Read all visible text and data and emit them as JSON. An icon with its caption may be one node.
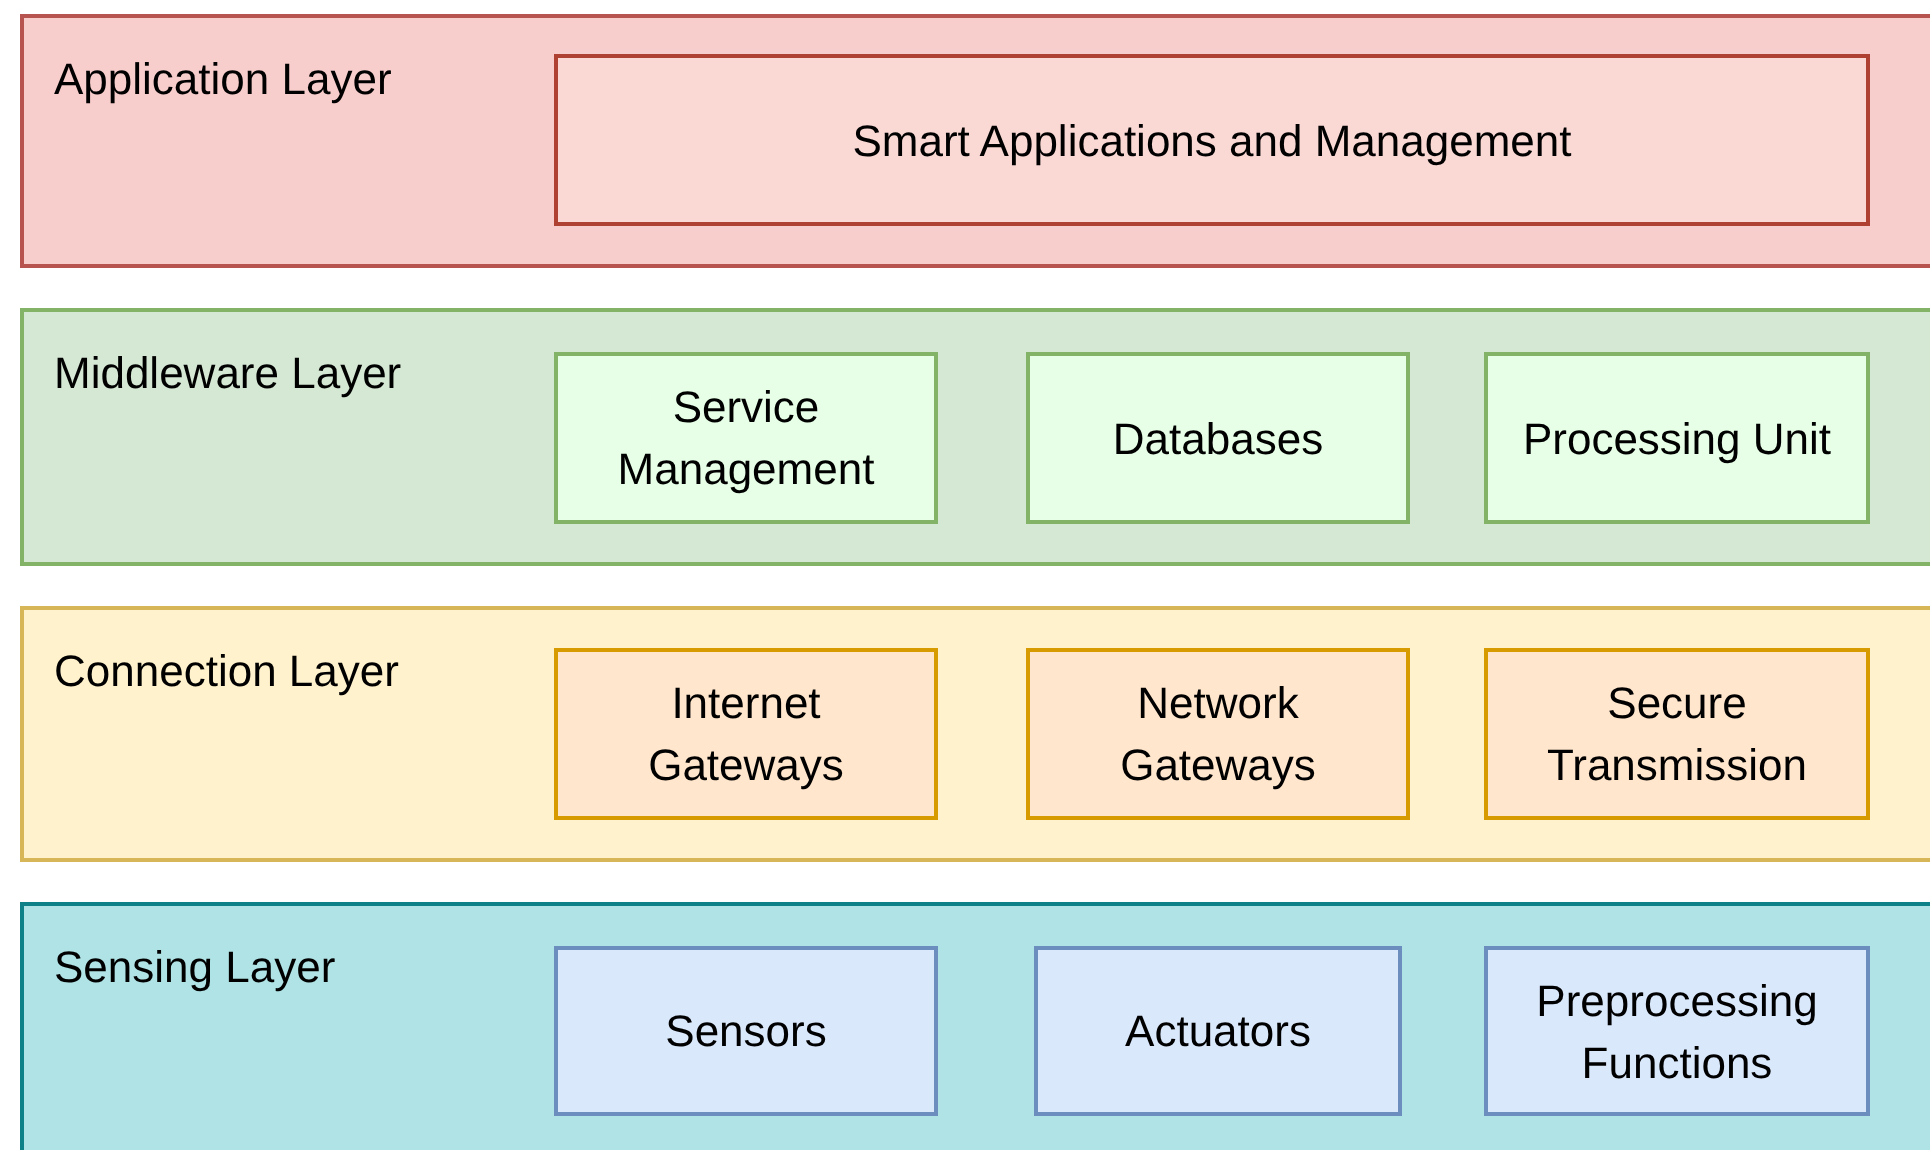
{
  "diagram": {
    "nodes": [
      {
        "text": [
          "Application Layer"
        ]
      },
      {
        "text": [
          "Smart Applications and Management"
        ],
        "in": 0
      },
      {
        "text": [
          "Middleware Layer"
        ]
      },
      {
        "text": [
          "Service Management"
        ],
        "in": 2
      },
      {
        "text": [
          "Databases"
        ],
        "in": 2
      },
      {
        "text": [
          "Processing Unit"
        ],
        "in": 2
      },
      {
        "text": [
          "Connection Layer"
        ]
      },
      {
        "text": [
          "Internet Gateways"
        ],
        "in": 6
      },
      {
        "text": [
          "Network Gateways"
        ],
        "in": 6
      },
      {
        "text": [
          "Secure Transmission"
        ],
        "in": 6
      },
      {
        "text": [
          "Sensing Layer"
        ]
      },
      {
        "text": [
          "Sensors"
        ],
        "in": 10
      },
      {
        "text": [
          "Actuators"
        ],
        "in": 10
      },
      {
        "text": [
          "Preprocessing Functions"
        ],
        "in": 10
      }
    ]
  }
}
